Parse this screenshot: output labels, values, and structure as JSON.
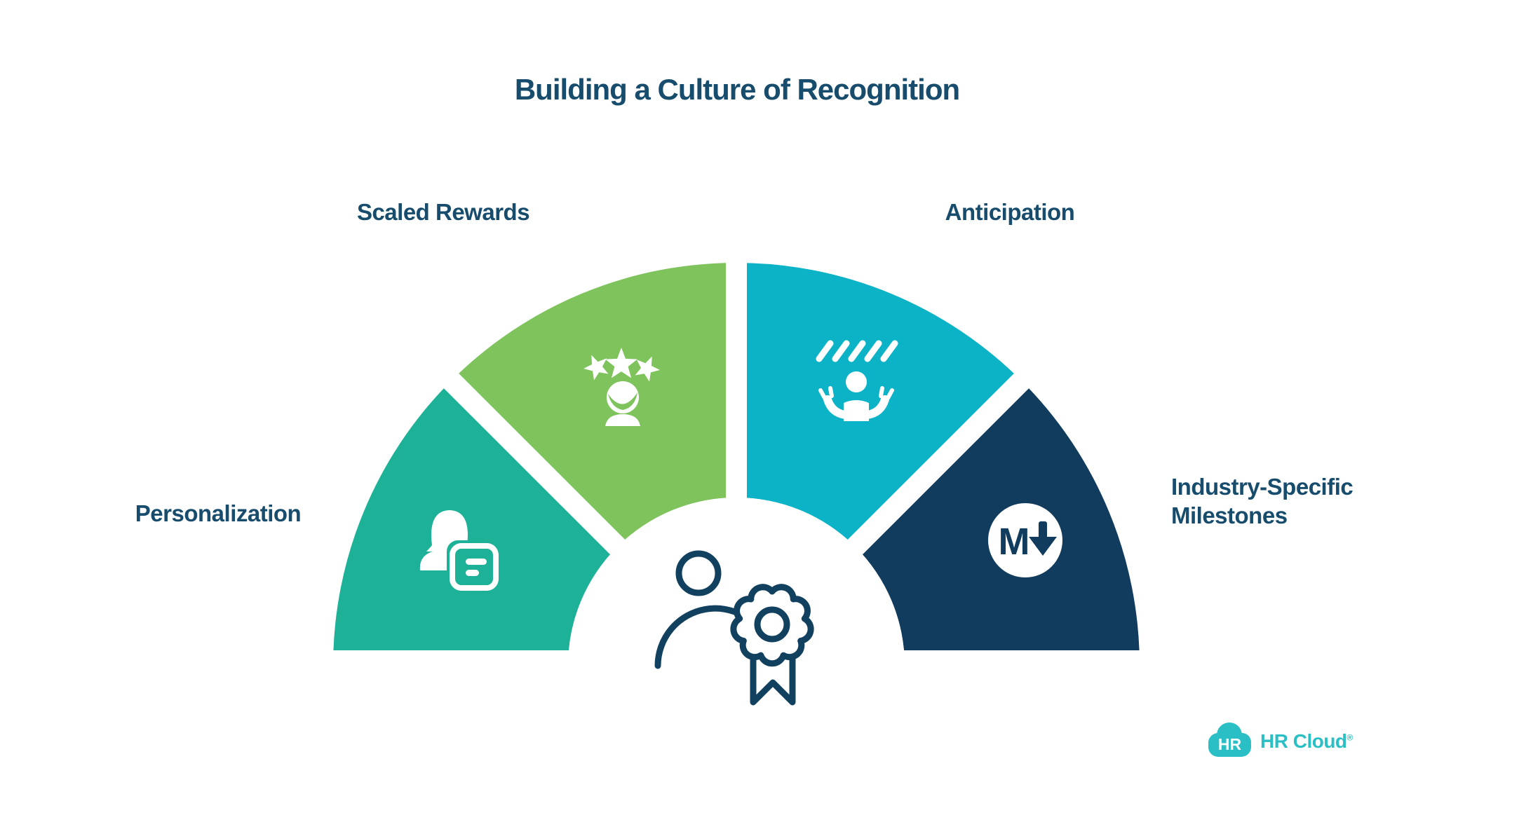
{
  "title": "Building a Culture of Recognition",
  "diagram": {
    "type": "semicircle-infographic",
    "segments": [
      {
        "label": "Personalization",
        "color": "#1DB298",
        "icon": "person-profile-card-icon"
      },
      {
        "label": "Scaled Rewards",
        "color": "#7EC35C",
        "icon": "winner-three-stars-icon"
      },
      {
        "label": "Anticipation",
        "color": "#0CB3C7",
        "icon": "person-arms-raised-icon"
      },
      {
        "label": "Industry-Specific Milestones",
        "color": "#123C5E",
        "icon": "milestone-m-down-arrow-icon"
      }
    ],
    "center_icon": "person-with-award-ribbon-icon",
    "milestone_icon_glyph": "M",
    "text_color": "#174C6D"
  },
  "logo": {
    "badge_text": "HR",
    "name": "HR Cloud",
    "registered_mark": "®",
    "color": "#2ABFC4"
  }
}
